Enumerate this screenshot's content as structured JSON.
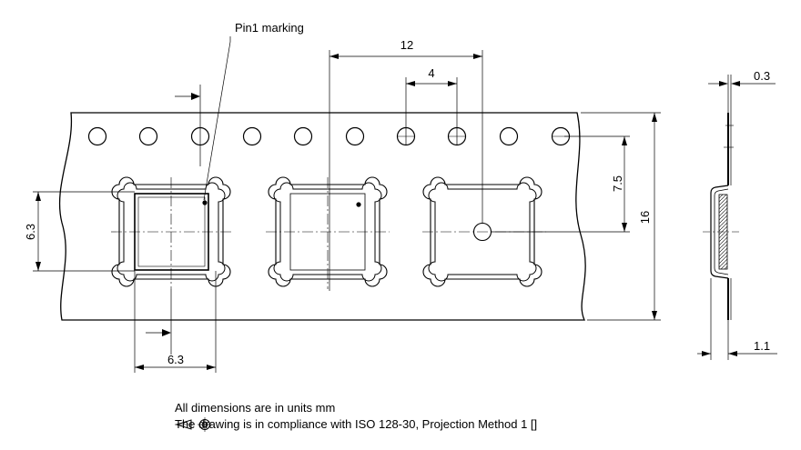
{
  "labels": {
    "pin1_marking": "Pin1 marking",
    "pitch_12": "12",
    "pitch_4": "4",
    "dim_0_3": "0.3",
    "dim_7_5": "7.5",
    "dim_16": "16",
    "dim_6_3_vertical": "6.3",
    "dim_6_3_horizontal": "6.3",
    "dim_1_1": "1.1"
  },
  "notes": {
    "units": "All dimensions are in units mm",
    "compliance_prefix": "The drawing is in compliance with ISO 128-30, Projection Method 1 [",
    "compliance_suffix": "]"
  },
  "icons": {
    "projection": "first-angle-projection-icon"
  }
}
